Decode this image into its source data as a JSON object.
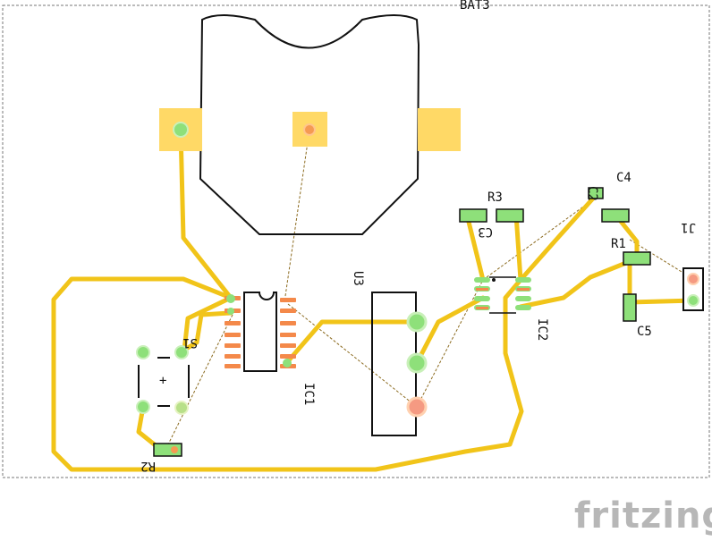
{
  "board": {
    "labels": {
      "bat": "BAT3",
      "r3": "R3",
      "c3": "C3",
      "c4": "C4",
      "c2": "C2",
      "r1": "R1",
      "j1": "J1",
      "c5": "C5",
      "u3": "U3",
      "ic1": "IC1",
      "ic2": "IC2",
      "s1": "S1",
      "r2": "R2",
      "plus": "+"
    },
    "colors": {
      "trace": "#f1c419",
      "pad": "#ffd966",
      "via_green": "#8ee07a",
      "via_orange": "#f59a52",
      "pin_orange": "#f4894a",
      "silk": "#111111",
      "ratsnest": "#8b6a1e"
    }
  },
  "watermark": {
    "text": "fritzing"
  }
}
